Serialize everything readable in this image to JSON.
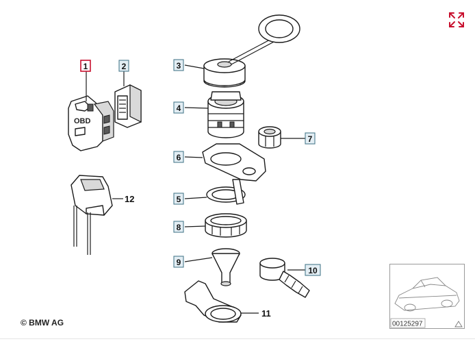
{
  "diagram": {
    "callouts": [
      {
        "id": "1",
        "label": "1",
        "highlighted": true
      },
      {
        "id": "2",
        "label": "2",
        "highlighted": false
      },
      {
        "id": "3",
        "label": "3",
        "highlighted": false
      },
      {
        "id": "4",
        "label": "4",
        "highlighted": false
      },
      {
        "id": "6",
        "label": "6",
        "highlighted": false
      },
      {
        "id": "7",
        "label": "7",
        "highlighted": false
      },
      {
        "id": "5",
        "label": "5",
        "highlighted": false
      },
      {
        "id": "8",
        "label": "8",
        "highlighted": false
      },
      {
        "id": "9",
        "label": "9",
        "highlighted": false
      },
      {
        "id": "10",
        "label": "10",
        "highlighted": false
      },
      {
        "id": "11",
        "label": "11",
        "highlighted": false
      },
      {
        "id": "12",
        "label": "12",
        "highlighted": false
      }
    ],
    "obd_text": "OBD",
    "copyright": "© BMW AG",
    "thumbnail_code": "00125297",
    "colors": {
      "callout_fill": "#e3eef4",
      "callout_border": "#4a7a8c",
      "highlight_border": "#c8102e",
      "expand_icon": "#c8102e"
    },
    "icons": {
      "expand": "expand-arrows-icon",
      "thumbnail": "car-outline-icon",
      "thumbnail_corner": "triangle-icon"
    }
  }
}
